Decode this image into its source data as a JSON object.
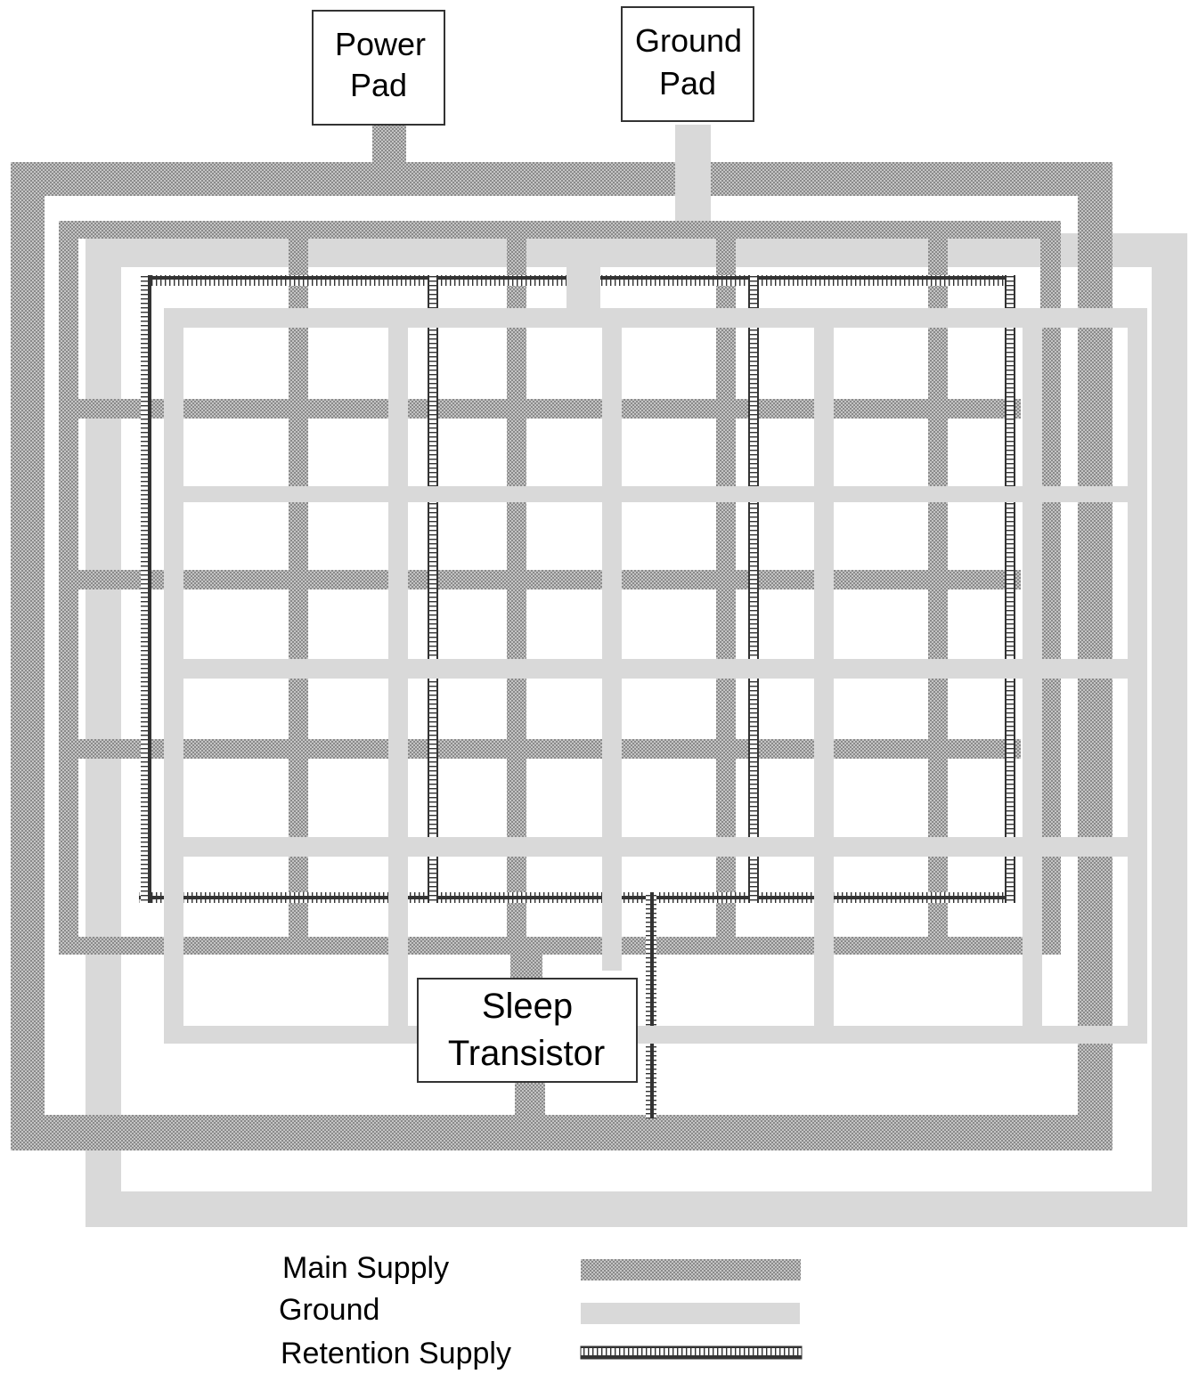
{
  "pads": {
    "power": {
      "line1": "Power",
      "line2": "Pad"
    },
    "ground": {
      "line1": "Ground",
      "line2": "Pad"
    }
  },
  "sleep_transistor": {
    "line1": "Sleep",
    "line2": "Transistor"
  },
  "legend": {
    "main_supply": "Main Supply",
    "ground": "Ground",
    "retention_supply": "Retention Supply"
  },
  "colors": {
    "main_supply": "#b3b3b3",
    "ground": "#d9d9d9",
    "retention_supply": "#555555",
    "outline": "#333333"
  }
}
